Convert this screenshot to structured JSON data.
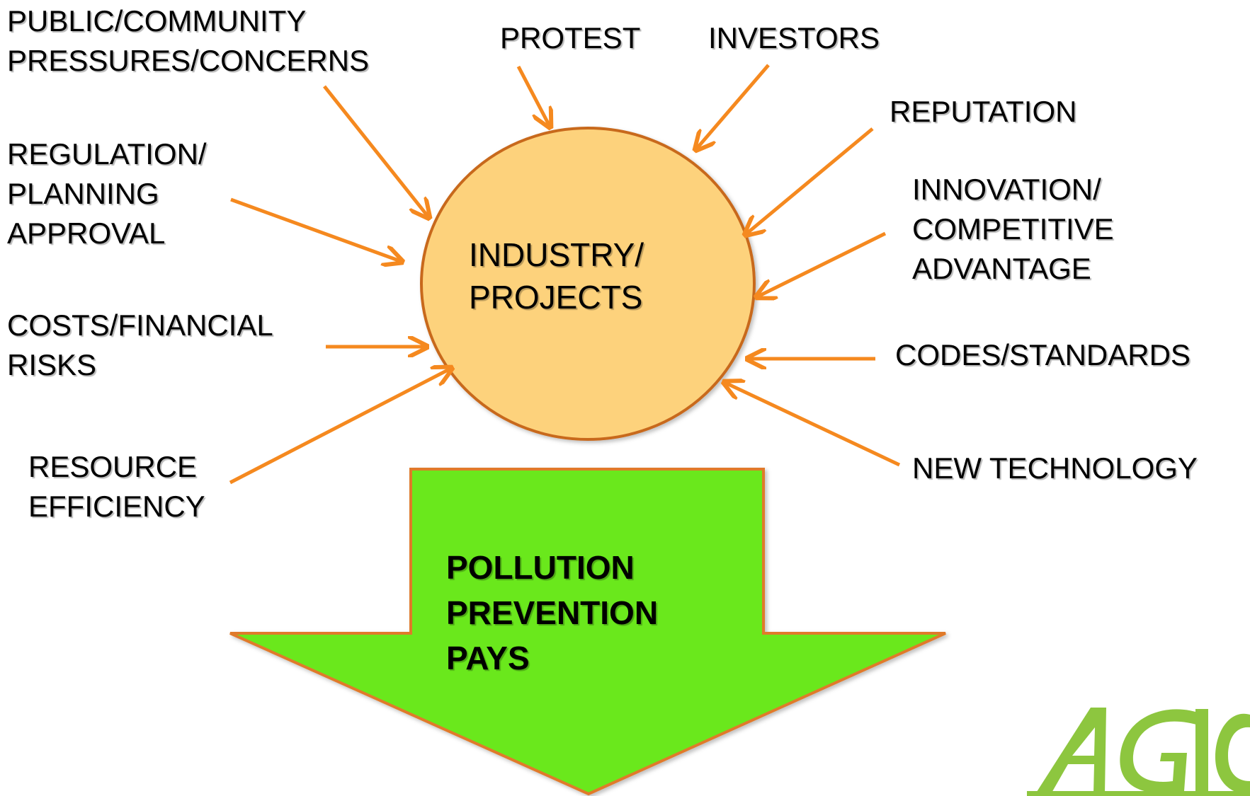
{
  "center": {
    "label": "INDUSTRY/\nPROJECTS"
  },
  "result": {
    "label": "POLLUTION\nPREVENTION\nPAYS"
  },
  "factors": [
    {
      "id": "public-community",
      "label": "PUBLIC/COMMUNITY\nPRESSURES/CONCERNS"
    },
    {
      "id": "protest",
      "label": "PROTEST"
    },
    {
      "id": "investors",
      "label": "INVESTORS"
    },
    {
      "id": "reputation",
      "label": "REPUTATION"
    },
    {
      "id": "regulation",
      "label": "REGULATION/\nPLANNING\nAPPROVAL"
    },
    {
      "id": "innovation",
      "label": "INNOVATION/\nCOMPETITIVE\nADVANTAGE"
    },
    {
      "id": "costs",
      "label": "COSTS/FINANCIAL\nRISKS"
    },
    {
      "id": "codes",
      "label": "CODES/STANDARDS"
    },
    {
      "id": "resource",
      "label": "RESOURCE\nEFFICIENCY"
    },
    {
      "id": "new-technology",
      "label": "NEW TECHNOLOGY"
    }
  ],
  "logo": {
    "text": "AGIC"
  },
  "colors": {
    "circle_fill": "#FDD27C",
    "circle_stroke": "#C8691C",
    "connector": "#F5891F",
    "result_fill": "#6BE81E",
    "result_stroke": "#E07A2A",
    "logo": "#8DC63F"
  }
}
